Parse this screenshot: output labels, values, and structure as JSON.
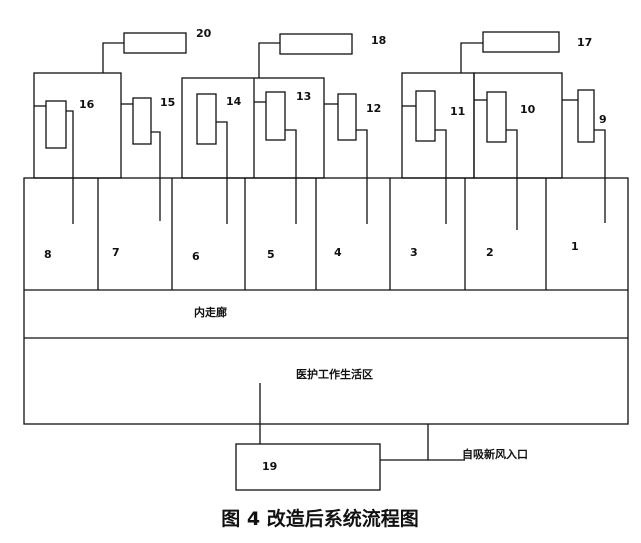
{
  "diagram": {
    "rooms": [
      "8",
      "7",
      "6",
      "5",
      "4",
      "3",
      "2",
      "1"
    ],
    "corridor_label": "内走廊",
    "work_area_label": "医护工作生活区",
    "fresh_air_label": "自吸新风入口",
    "unit_labels": {
      "u9": "9",
      "u10": "10",
      "u11": "11",
      "u12": "12",
      "u13": "13",
      "u14": "14",
      "u15": "15",
      "u16": "16",
      "u17": "17",
      "u18": "18",
      "u19": "19",
      "u20": "20"
    },
    "caption": "图 4  改造后系统流程图"
  }
}
